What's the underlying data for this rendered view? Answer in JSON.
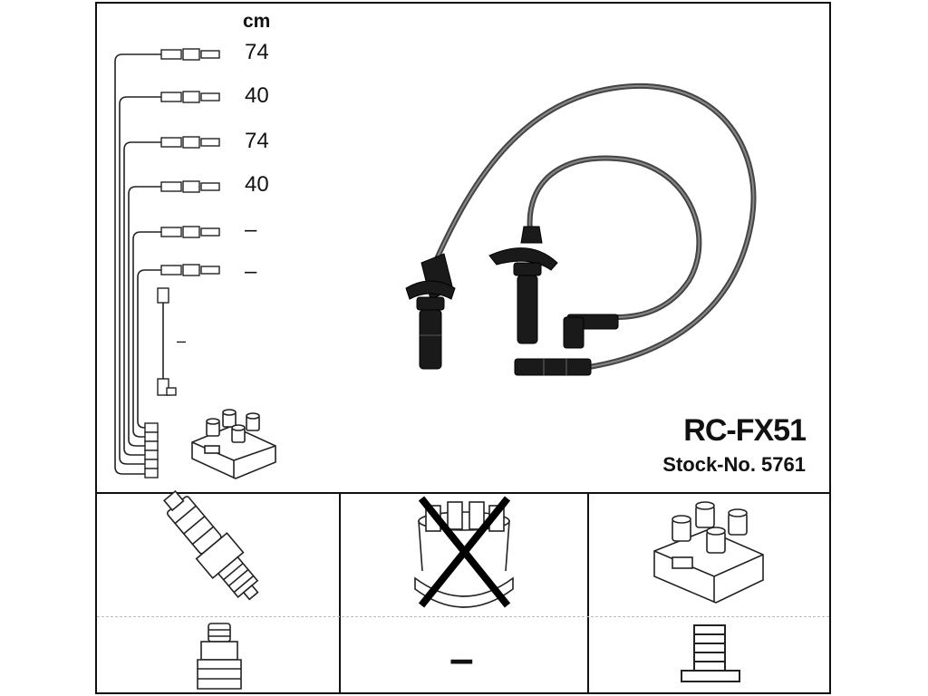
{
  "unit_label": "cm",
  "cable_lengths": [
    "74",
    "40",
    "74",
    "40",
    "–",
    "–"
  ],
  "coil_lead_length": "–",
  "product_code": "RC-FX51",
  "stock_number": "Stock-No. 5761",
  "accessories": {
    "spark_plug_icon": "spark-plug-icon",
    "distributor_cap_icon": "distributor-cap-icon-crossed",
    "ignition_coil_icon": "ignition-coil-icon",
    "plug_boot_icon": "plug-boot-icon",
    "middle_placeholder": "–",
    "coil_connector_icon": "coil-connector-icon"
  }
}
